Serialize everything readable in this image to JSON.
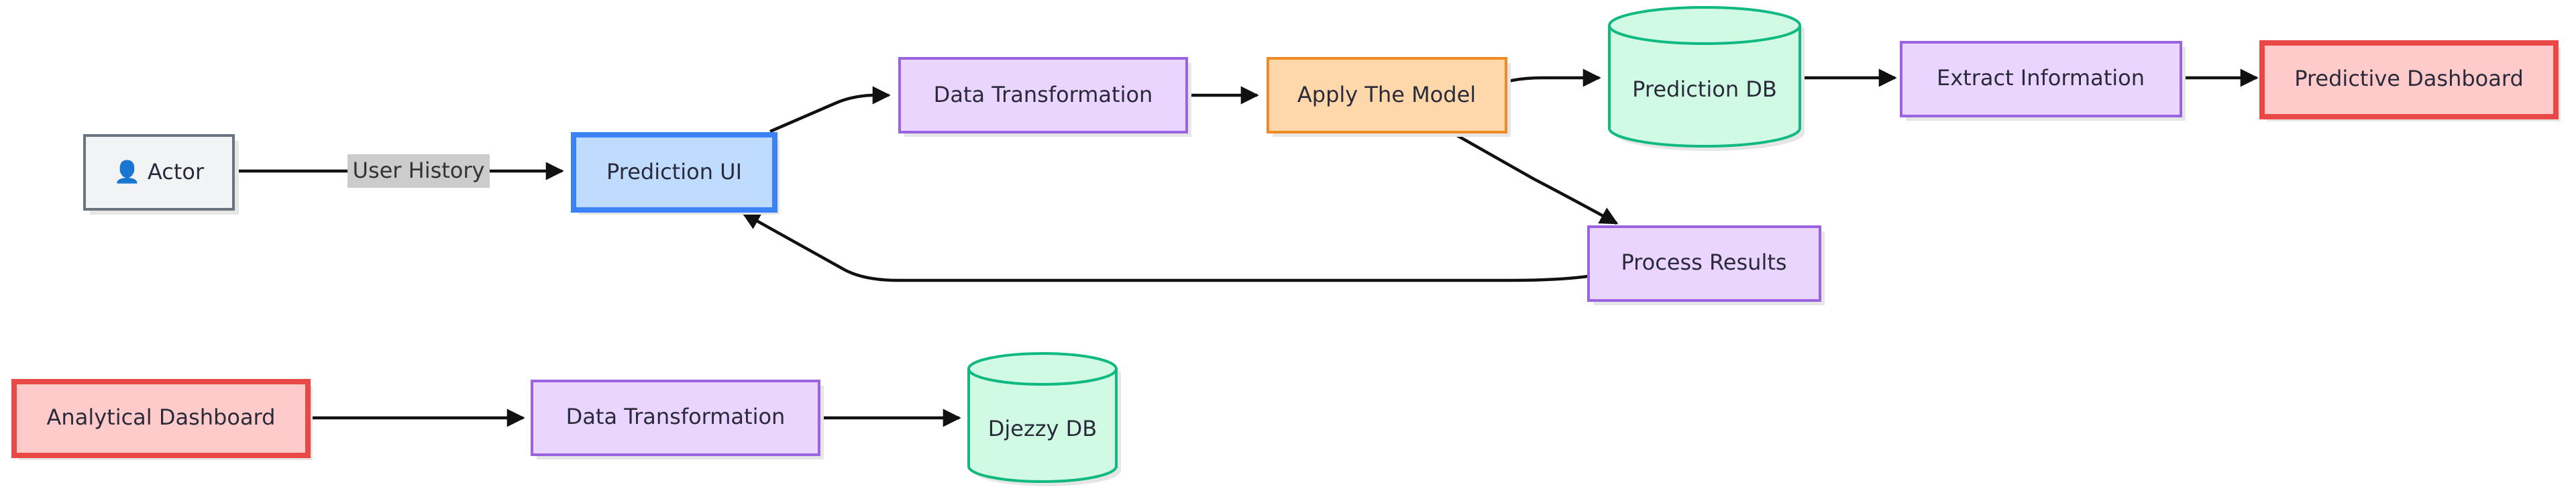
{
  "colors": {
    "actor": {
      "fill": "#f1f3f5",
      "stroke": "#6b7280"
    },
    "ui": {
      "fill": "#bfdbfe",
      "stroke": "#3b82f6"
    },
    "process": {
      "fill": "#e9d5ff",
      "stroke": "#9a63e0"
    },
    "model": {
      "fill": "#fed7aa",
      "stroke": "#f08a24"
    },
    "database": {
      "fill": "#d1fae5",
      "stroke": "#10b981"
    },
    "dashboard": {
      "fill": "#fecaca",
      "stroke": "#ea4747"
    },
    "edge": "#111111",
    "edge_label_bg": "#cccccc",
    "shadow": "#e6e6e6"
  },
  "nodes": {
    "actor": {
      "label": "👤 Actor",
      "icon": "person-icon"
    },
    "prediction_ui": {
      "label": "Prediction UI"
    },
    "data_transformation_top": {
      "label": "Data Transformation"
    },
    "apply_model": {
      "label": "Apply The Model"
    },
    "prediction_db": {
      "label": "Prediction DB"
    },
    "extract_information": {
      "label": "Extract Information"
    },
    "predictive_dashboard": {
      "label": "Predictive Dashboard"
    },
    "process_results": {
      "label": "Process Results"
    },
    "analytical_dashboard": {
      "label": "Analytical Dashboard"
    },
    "data_transformation_bottom": {
      "label": "Data Transformation"
    },
    "djezzy_db": {
      "label": "Djezzy DB"
    }
  },
  "edges": {
    "user_history": {
      "label": "User History"
    }
  }
}
